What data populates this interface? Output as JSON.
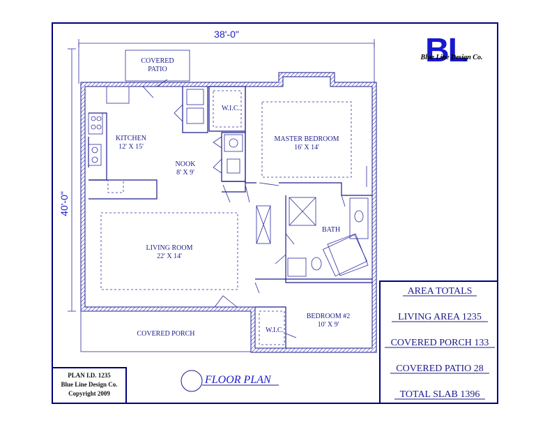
{
  "title": "FLOOR PLAN",
  "dimensions": {
    "width": "38'-0\"",
    "depth": "40'-0\""
  },
  "logo": {
    "letters": "BL",
    "company": "Blue Line Design Co."
  },
  "rooms": {
    "covered_patio": {
      "line1": "COVERED",
      "line2": "PATIO"
    },
    "kitchen": {
      "name": "KITCHEN",
      "size": "12' X 15'"
    },
    "nook": {
      "name": "NOOK",
      "size": "8' X 9'"
    },
    "wic_master": "W.I.C.",
    "master_bedroom": {
      "name": "MASTER BEDROOM",
      "size": "16' X 14'"
    },
    "bath": "BATH",
    "living_room": {
      "name": "LIVING ROOM",
      "size": "22' X 14'"
    },
    "covered_porch": "COVERED PORCH",
    "wic_bed2": "W.I.C.",
    "bedroom2": {
      "name": "BEDROOM #2",
      "size": "10' X 9'"
    }
  },
  "area_totals": {
    "heading": "AREA TOTALS",
    "living_area": "LIVING AREA  1235",
    "covered_porch": "COVERED PORCH  133",
    "covered_patio": "COVERED PATIO 28",
    "total_slab": "TOTAL SLAB  1396"
  },
  "plan_info": {
    "plan_id": "PLAN I.D. 1235",
    "company": "Blue Line Design Co.",
    "copyright": "Copyright 2009"
  }
}
